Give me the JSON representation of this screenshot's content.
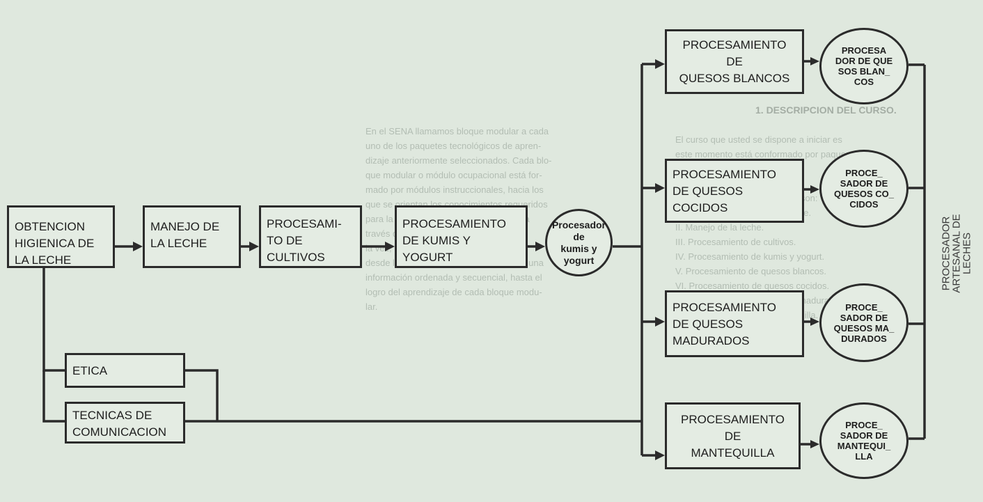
{
  "background": {
    "heading": "1. DESCRIPCION DEL CURSO.",
    "paragraph_left": "En el SENA llamamos bloque modular a cada\nuno de los paquetes tecnológicos de apren-\ndizaje anteriormente seleccionados. Cada blo-\nque modular o módulo ocupacional está for-\nmado por módulos instruccionales, hacia los\nque se orientan los conocimientos requeridos\npara la tarea, indicados en el diagrama a\ntravés de tres modalidades diferentes a\nla vez, para la comprensión de la unidad\ndesde la presentación, de que se tienen una\ninformación ordenada y secuencial, hasta el\nlogro del aprendizaje de cada bloque modu-\nlar.",
    "paragraph_right": "El curso que usted se dispone a iniciar es\neste momento está conformado por paque-\ntes, y la totalidad de los\nbloques que conforman la\nocupación. Actualmente, estos son:\nI. Obtención higiénica de la leche.\nII. Manejo de la leche.\nIII. Procesamiento de cultivos.\nIV. Procesamiento de kumis y yogurt.\nV. Procesamiento de quesos blancos.\nVI. Procesamiento de quesos cocidos.\nVII. Procesamiento de quesos madurados.\nVIII. Procesamiento de mantequilla."
  },
  "nodes": {
    "obtencion": "OBTENCION\nHIGIENICA DE\nLA   LECHE",
    "manejo": "MANEJO DE\nLA LECHE",
    "cultivos": "PROCESAMI-\nTO  DE\nCULTIVOS",
    "kumis": "PROCESAMIENTO\nDE   KUMIS   Y\nYOGURT",
    "procesador_kumis": "Procesador\nde\nkumis y\nyogurt",
    "etica": "ETICA",
    "tecnicas": "TECNICAS DE\nCOMUNICACION",
    "quesos_blancos": "PROCESAMIENTO\nDE\nQUESOS BLANCOS",
    "quesos_cocidos": "PROCESAMIENTO\nDE   QUESOS\nCOCIDOS",
    "quesos_madurados": "PROCESAMIENTO\nDE   QUESOS\nMADURADOS",
    "mantequilla": "PROCESAMIENTO\nDE\nMANTEQUILLA",
    "procesador_blancos": "PROCESA\nDOR DE QUE\nSOS BLAN_\nCOS",
    "procesador_cocidos": "PROCE_\nSADOR DE\nQUESOS CO_\nCIDOS",
    "procesador_madurados": "PROCE_\nSADOR DE\nQUESOS MA_\nDURADOS",
    "procesador_mantequilla": "PROCE_\nSADOR DE\nMANTEQUI_\nLLA",
    "final": "PROCESADOR\nARTESANAL DE\nLECHES"
  },
  "colors": {
    "paper": "#dfe8de",
    "ink": "#2b2b2b",
    "faded_text": "#8f9a90"
  }
}
